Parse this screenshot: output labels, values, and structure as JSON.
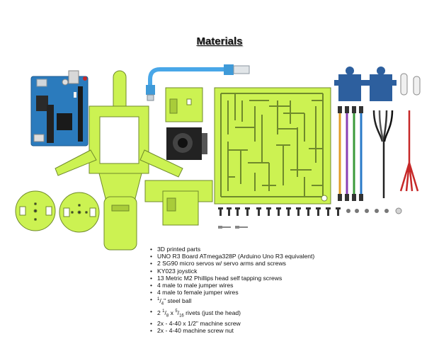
{
  "title": "Materials",
  "colors": {
    "printed_part": "#ccf252",
    "part_outline": "#6f8a2b",
    "arduino_board": "#2b7bbd",
    "servo_body": "#2d5f9e",
    "usb_cable": "#49a7e8"
  },
  "materials": [
    "3D printed parts",
    "UNO R3 Board ATmega328P (Arduino Uno R3 equivalent)",
    "2 SG90 micro servos w/ servo arms and screws",
    "KY023 joystick",
    "13 Metric M2 Phillips head self tapping screws",
    "4 male to male jumper wires",
    "4 male to female jumper wires"
  ],
  "steel_ball": {
    "num": "1",
    "den": "4",
    "text": "\" steel ball"
  },
  "rivets": {
    "prefix": "2 ",
    "n1": "1",
    "d1": "8",
    "mid": " x ",
    "n2": "5",
    "d2": "16",
    "suffix": " rivets (just the head)"
  },
  "materials_tail": [
    "2x - 4-40 x 1/2\" machine screw",
    "2x - 4-40 machine screw nut"
  ]
}
